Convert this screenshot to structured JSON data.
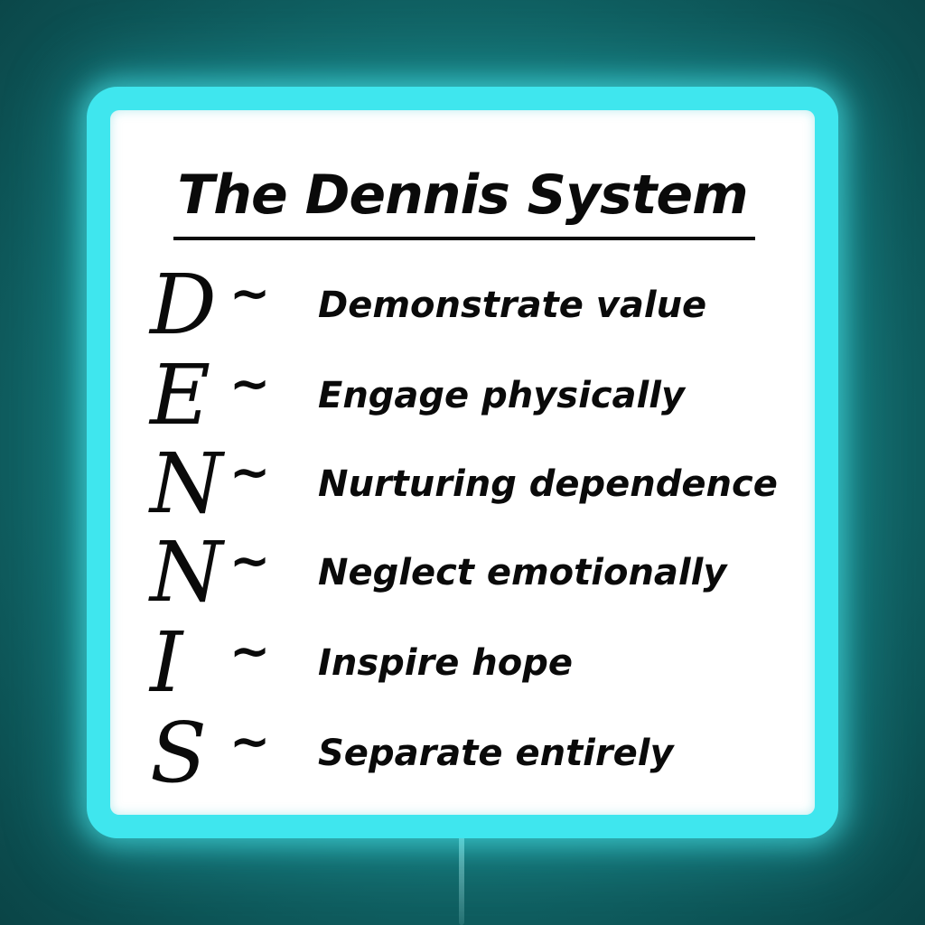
{
  "title": "The Dennis System",
  "items": [
    {
      "letter": "D",
      "dash": "~",
      "text": "Demonstrate value"
    },
    {
      "letter": "E",
      "dash": "~",
      "text": "Engage physically"
    },
    {
      "letter": "N",
      "dash": "~",
      "text": "Nurturing dependence"
    },
    {
      "letter": "N",
      "dash": "~",
      "text": "Neglect emotionally"
    },
    {
      "letter": "I",
      "dash": "~",
      "text": "Inspire hope"
    },
    {
      "letter": "S",
      "dash": "~",
      "text": "Separate entirely"
    }
  ],
  "colors": {
    "background": "#177a7a",
    "frame": "#3fe6ee",
    "panel": "#ffffff",
    "text": "#0a0a0a"
  }
}
